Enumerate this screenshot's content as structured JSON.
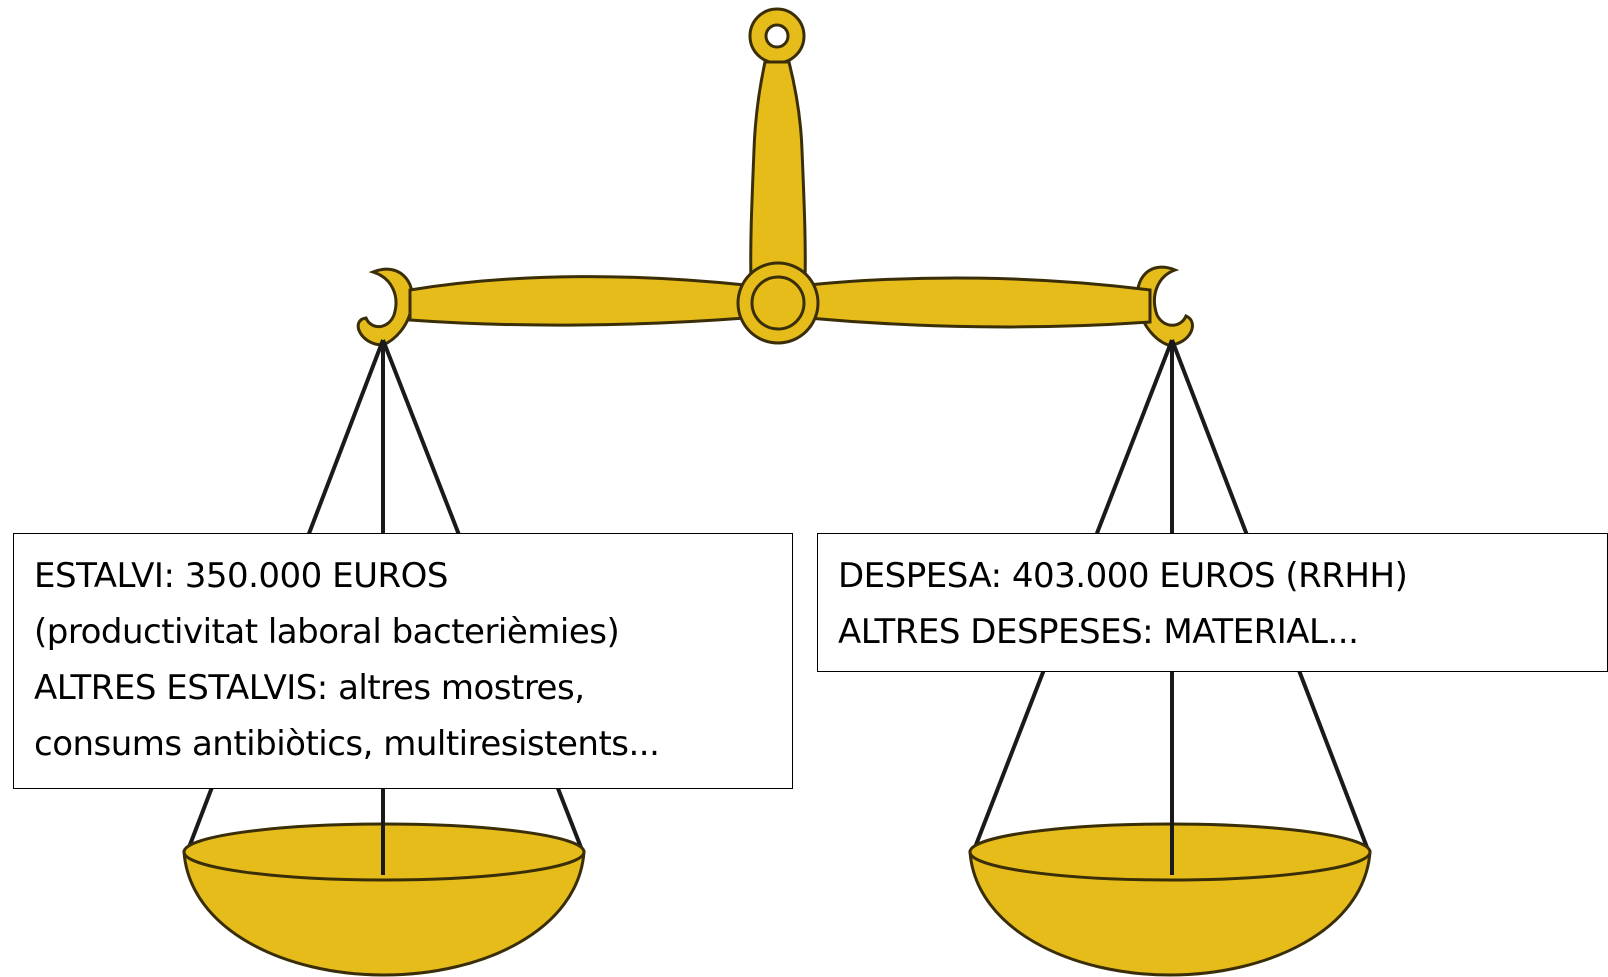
{
  "colors": {
    "brass": "#e6bc1a",
    "outline": "#3a2e08",
    "background": "#ffffff",
    "text": "#000000"
  },
  "left_pan": {
    "lines": [
      "ESTALVI: 350.000 EUROS",
      "(productivitat laboral bacterièmies)",
      "ALTRES ESTALVIS: altres mostres,",
      "consums antibiòtics, multiresistents..."
    ]
  },
  "right_pan": {
    "lines": [
      "DESPESA: 403.000 EUROS (RRHH)",
      "ALTRES DESPESES: MATERIAL..."
    ]
  }
}
